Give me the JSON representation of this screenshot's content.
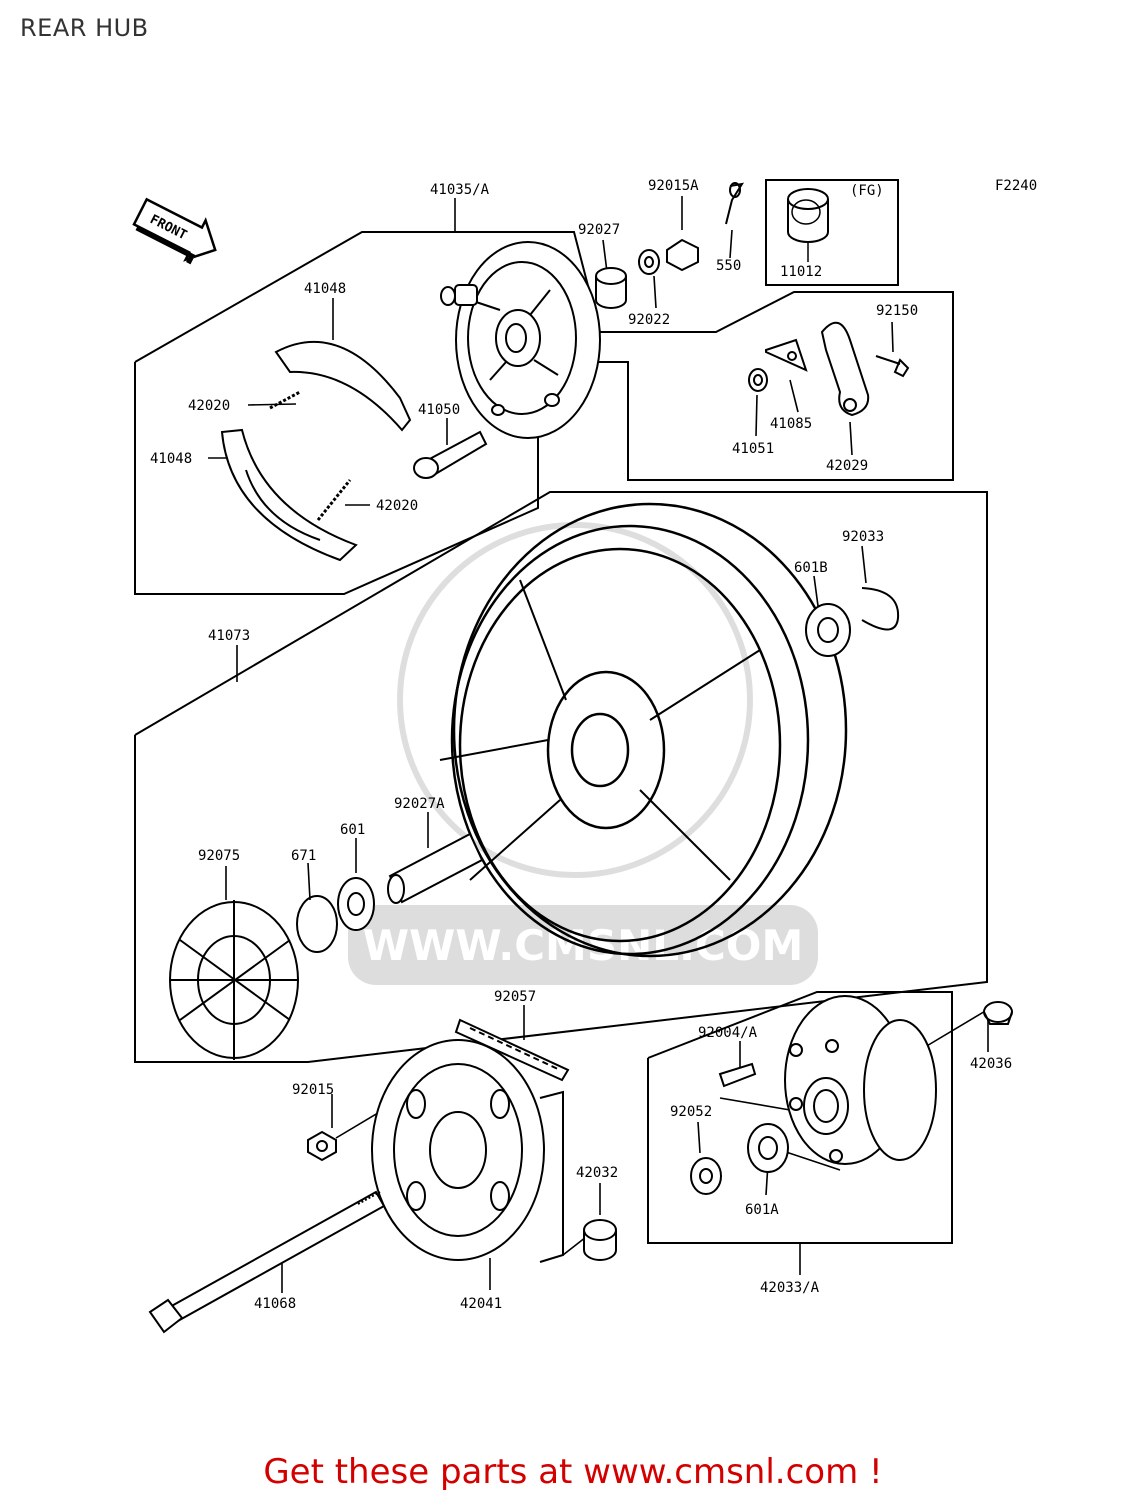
{
  "page": {
    "title": "REAR HUB",
    "footer": "Get these parts at www.cmsnl.com !"
  },
  "diagram": {
    "code": "F2240",
    "front_label": "FRONT",
    "fg_note": "(FG)",
    "watermark": "WWW.CMSNL.COM",
    "parts": [
      {
        "id": "p41035A",
        "label": "41035/A"
      },
      {
        "id": "p92015A",
        "label": "92015A"
      },
      {
        "id": "p92027",
        "label": "92027"
      },
      {
        "id": "p550",
        "label": "550"
      },
      {
        "id": "p11012",
        "label": "11012"
      },
      {
        "id": "p92022",
        "label": "92022"
      },
      {
        "id": "p41048a",
        "label": "41048"
      },
      {
        "id": "p92150",
        "label": "92150"
      },
      {
        "id": "p42020a",
        "label": "42020"
      },
      {
        "id": "p41050",
        "label": "41050"
      },
      {
        "id": "p41085",
        "label": "41085"
      },
      {
        "id": "p41048b",
        "label": "41048"
      },
      {
        "id": "p41051",
        "label": "41051"
      },
      {
        "id": "p42020b",
        "label": "42020"
      },
      {
        "id": "p42029",
        "label": "42029"
      },
      {
        "id": "p92033",
        "label": "92033"
      },
      {
        "id": "p601B",
        "label": "601B"
      },
      {
        "id": "p41073",
        "label": "41073"
      },
      {
        "id": "p92027A",
        "label": "92027A"
      },
      {
        "id": "p601",
        "label": "601"
      },
      {
        "id": "p92075",
        "label": "92075"
      },
      {
        "id": "p671",
        "label": "671"
      },
      {
        "id": "p92057",
        "label": "92057"
      },
      {
        "id": "p92004A",
        "label": "92004/A"
      },
      {
        "id": "p42036",
        "label": "42036"
      },
      {
        "id": "p92015",
        "label": "92015"
      },
      {
        "id": "p92052",
        "label": "92052"
      },
      {
        "id": "p42032",
        "label": "42032"
      },
      {
        "id": "p601A",
        "label": "601A"
      },
      {
        "id": "p41068",
        "label": "41068"
      },
      {
        "id": "p42041",
        "label": "42041"
      },
      {
        "id": "p42033A",
        "label": "42033/A"
      }
    ]
  }
}
